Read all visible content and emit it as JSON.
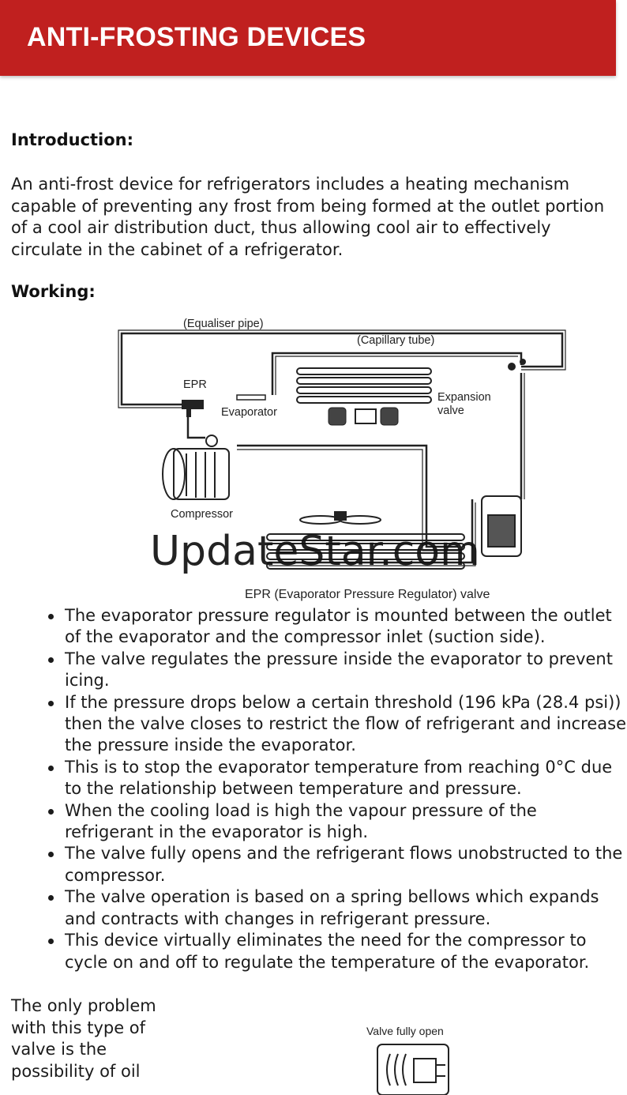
{
  "header": {
    "title": "ANTI-FROSTING DEVICES",
    "color": "#c0201f"
  },
  "intro": {
    "heading": "Introduction:",
    "text": "An anti-frost device for refrigerators includes a heating mechanism capable of preventing any frost from being formed at the outlet portion of a cool air distribution duct, thus allowing cool air to effectively circulate in the cabinet of a refrigerator."
  },
  "working": {
    "heading": "Working:",
    "diagram": {
      "labels": {
        "equaliser_pipe": "(Equaliser pipe)",
        "capillary_tube": "(Capillary tube)",
        "epr": "EPR",
        "evaporator": "Evaporator",
        "expansion_valve_1": "Expansion",
        "expansion_valve_2": "valve",
        "compressor": "Compressor",
        "caption": "EPR (Evaporator Pressure Regulator) valve"
      }
    },
    "watermark": "UpdateStar.com",
    "bullets": [
      "The evaporator pressure regulator is mounted between the outlet of the evaporator and the compressor inlet (suction side).",
      "The valve regulates the pressure inside the evaporator to prevent icing.",
      "If the pressure drops below a certain threshold (196 kPa (28.4 psi)) then the valve closes to restrict the flow of refrigerant and increase the pressure inside the evaporator.",
      "This is to stop the evaporator temperature from reaching 0°C due to the relationship between temperature and pressure.",
      "When the cooling load is high the vapour pressure of the refrigerant in the evaporator is high.",
      "The valve fully opens and the refrigerant flows unobstructed to the compressor.",
      "The valve operation is based on a spring bellows which expands and contracts with changes in refrigerant pressure.",
      "This device virtually eliminates the need for the compressor to cycle on and off to regulate the temperature of the evaporator."
    ]
  },
  "problem": {
    "text": "The only problem with this type of valve is the possibility of oil",
    "figure_label": "Valve fully open"
  }
}
